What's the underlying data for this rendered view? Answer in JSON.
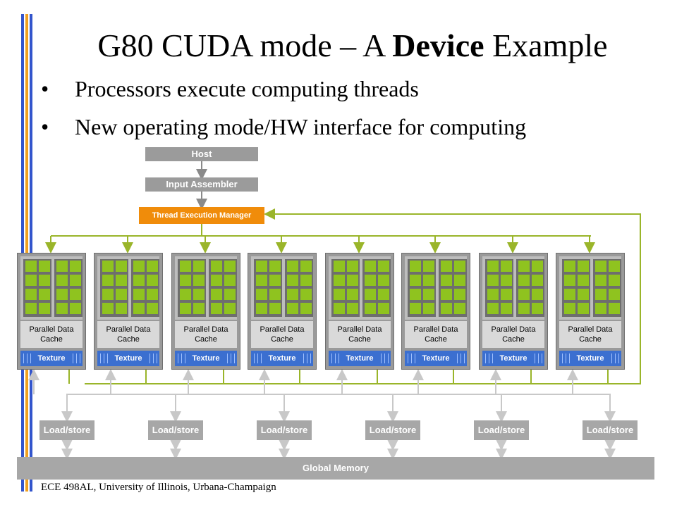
{
  "slide": {
    "title_prefix": "G80 CUDA mode – A ",
    "title_bold": "Device",
    "title_suffix": " Example",
    "bullets": [
      "Processors execute computing threads",
      "New operating mode/HW interface for computing"
    ],
    "footer": "ECE 498AL, University of Illinois, Urbana-Champaign"
  },
  "diagram": {
    "host": "Host",
    "input_assembler": "Input Assembler",
    "thread_execution_manager": "Thread Execution Manager",
    "parallel_data_cache": [
      "Parallel Data",
      "Cache"
    ],
    "texture": "Texture",
    "load_store": [
      "Load/store",
      "Load/store",
      "Load/store",
      "Load/store",
      "Load/store",
      "Load/store"
    ],
    "global_memory": "Global Memory",
    "sm_count": 8
  },
  "colors": {
    "stripe_blue": "#3355cc",
    "stripe_orange": "#f0a020",
    "unit_grey": "#9b9b9b",
    "manager_orange": "#f08c0a",
    "processor_green": "#8fc31f",
    "texture_blue": "#3b6fd0",
    "wire_green": "#9ab52a",
    "wire_grey": "#c8c8c8"
  }
}
